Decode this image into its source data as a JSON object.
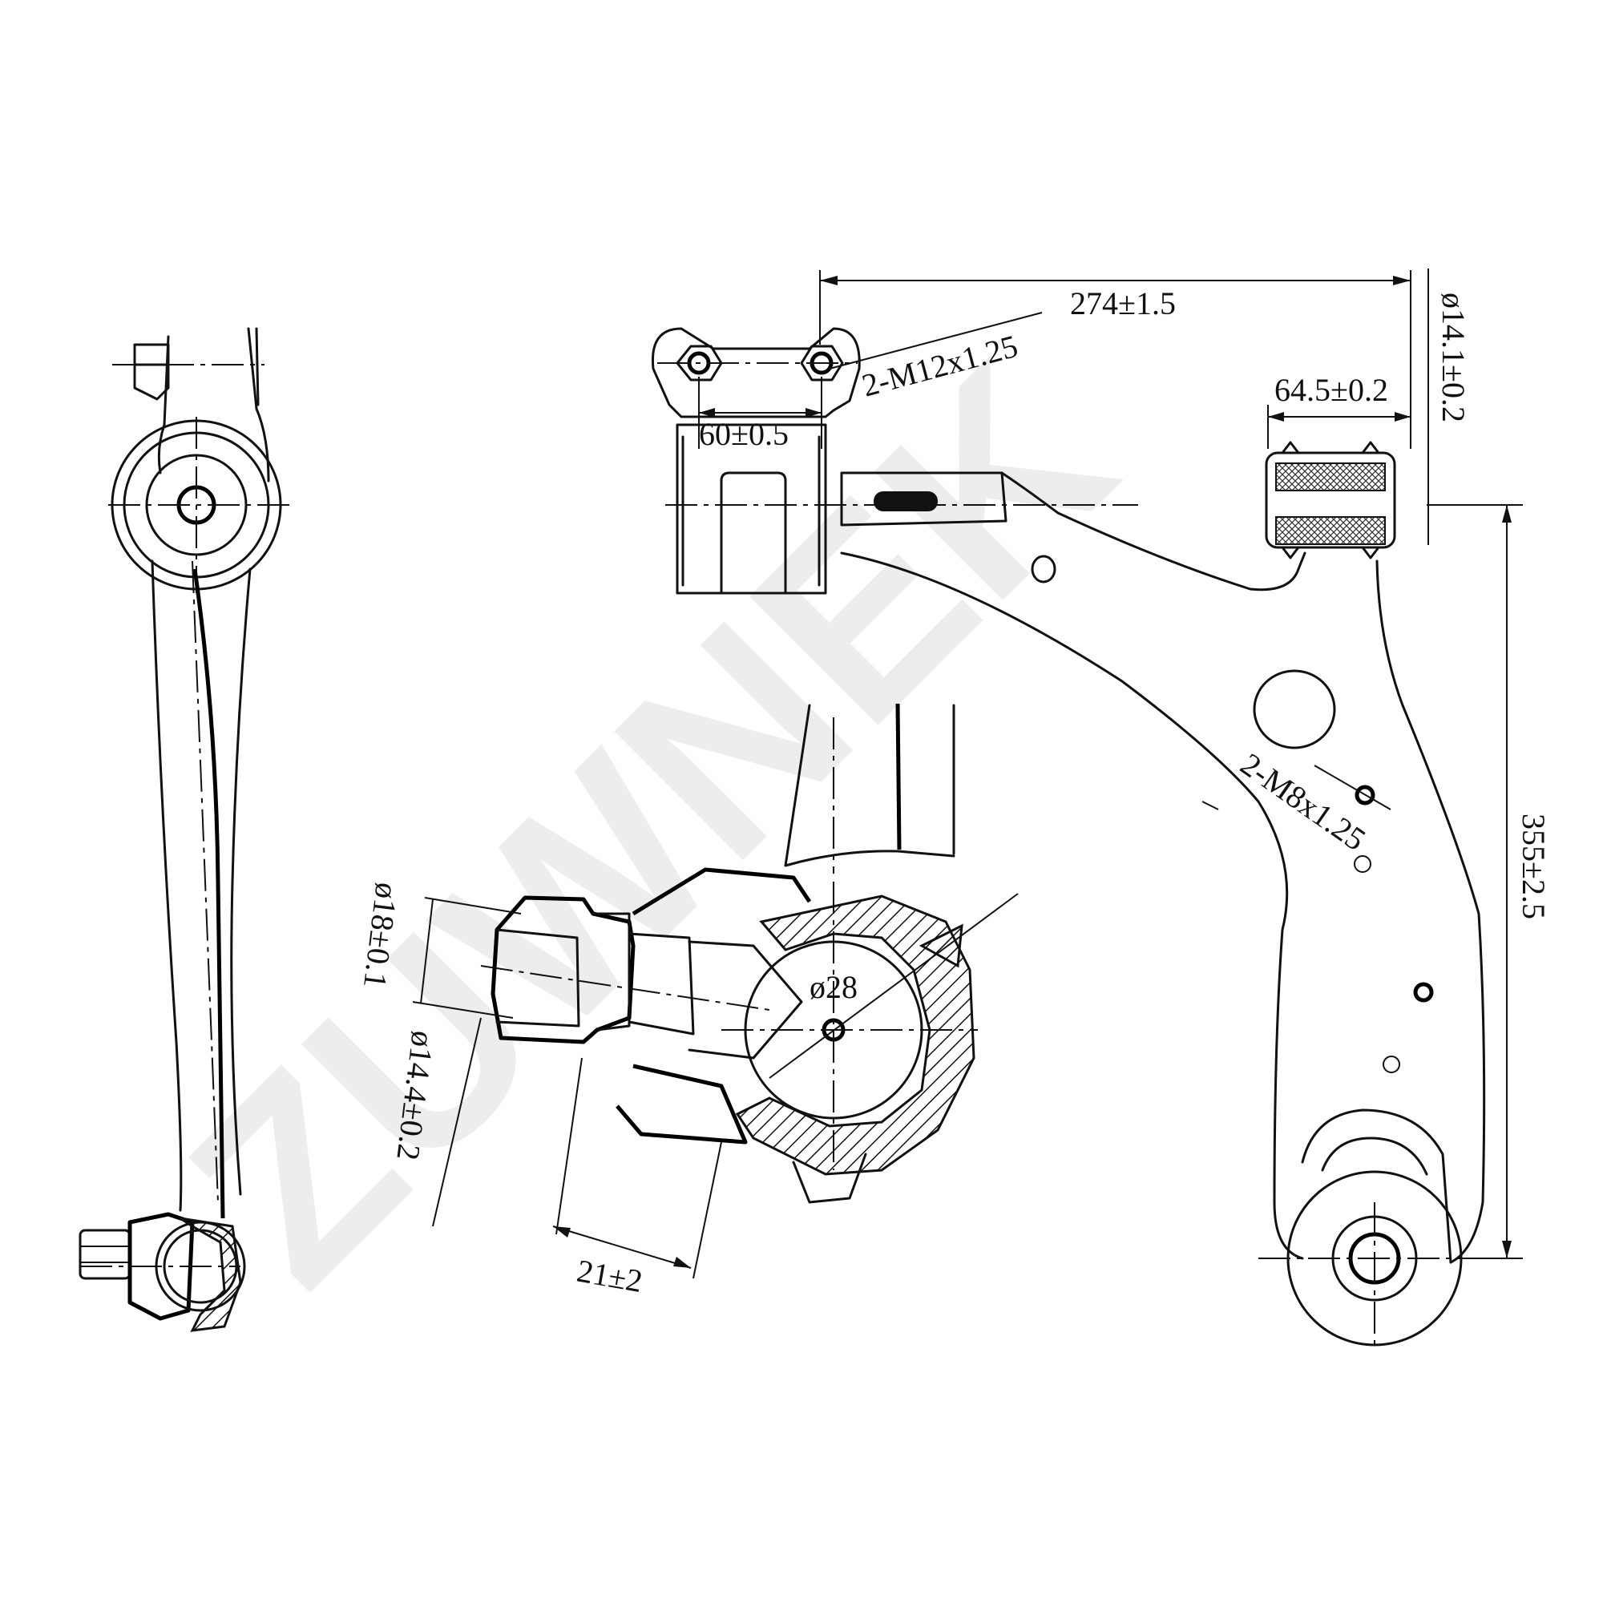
{
  "watermark": {
    "text": "ZUWNEK",
    "color": "#ececec"
  },
  "dimensions": {
    "overall_length": "274±1.5",
    "bushing_diameter": "ø14.1±0.2",
    "bolt_thread": "2-M12x1.25",
    "bushing_width": "64.5±0.2",
    "bolt_spacing": "60±0.5",
    "mount_thread": "2-M8x1.25",
    "overall_height": "355±2.5",
    "ball_diameter": "ø28",
    "stud_diameter": "ø18±0.1",
    "taper_diameter": "ø14.4±0.2",
    "stud_length": "21±2"
  },
  "colors": {
    "line": "#111111",
    "background": "#ffffff"
  }
}
